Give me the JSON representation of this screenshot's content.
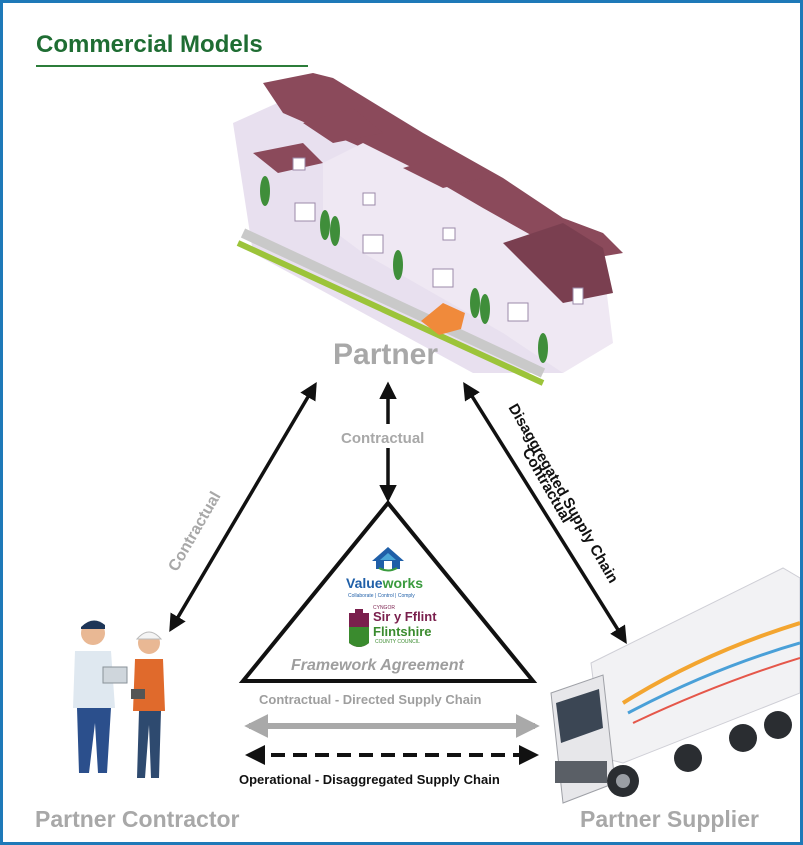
{
  "title": "Commercial Models",
  "nodes": {
    "partner": "Partner",
    "partner_contractor": "Partner Contractor",
    "partner_supplier": "Partner Supplier"
  },
  "edges": {
    "top_link": "Contractual",
    "left_link": "Contractual",
    "right_link_line1": "Contractual",
    "right_link_line2": "Disaggregated Supply Chain",
    "bottom_grey_link": "Contractual - Directed Supply Chain",
    "bottom_dashed_link": "Operational - Disaggregated Supply Chain"
  },
  "framework": {
    "label": "Framework Agreement",
    "logo_valueworks": "Valueworks",
    "logo_valueworks_prefix": "Value",
    "logo_valueworks_suffix": "works",
    "logo_valueworks_tagline": "Collaborate | Control | Comply",
    "logo_council_small": "CYNGOR",
    "logo_council_welsh": "Sir y Fflint",
    "logo_council_english": "Flintshire",
    "logo_council_sub": "COUNTY COUNCIL"
  },
  "colors": {
    "border": "#1e79b8",
    "title": "#1f6d33",
    "label_grey": "#a8a8a8",
    "arrow_dark": "#111111",
    "arrow_grey": "#a9a9a9"
  }
}
